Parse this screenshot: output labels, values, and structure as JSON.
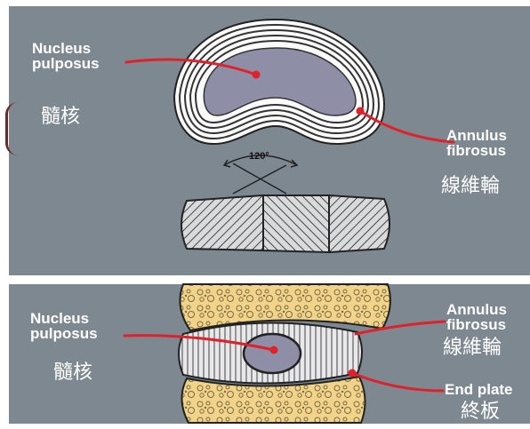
{
  "top": {
    "nucleus_label": "Nucleus\npulposus",
    "nucleus_cjk": "髓核",
    "annulus_label": "Annulus\nfibrosus",
    "annulus_cjk": "線維輪"
  },
  "middle": {
    "angle_label": "120°"
  },
  "bottom": {
    "nucleus_label": "Nucleus\npulposus",
    "nucleus_cjk": "髓核",
    "annulus_label": "Annulus\nfibrosus",
    "annulus_cjk": "線維輪",
    "endplate_label": "End plate",
    "endplate_cjk": "終板"
  },
  "colors": {
    "background": "#7e8890",
    "nucleus": "#8e8fa6",
    "bone": "#f1d489",
    "pointer": "#e0202a"
  }
}
